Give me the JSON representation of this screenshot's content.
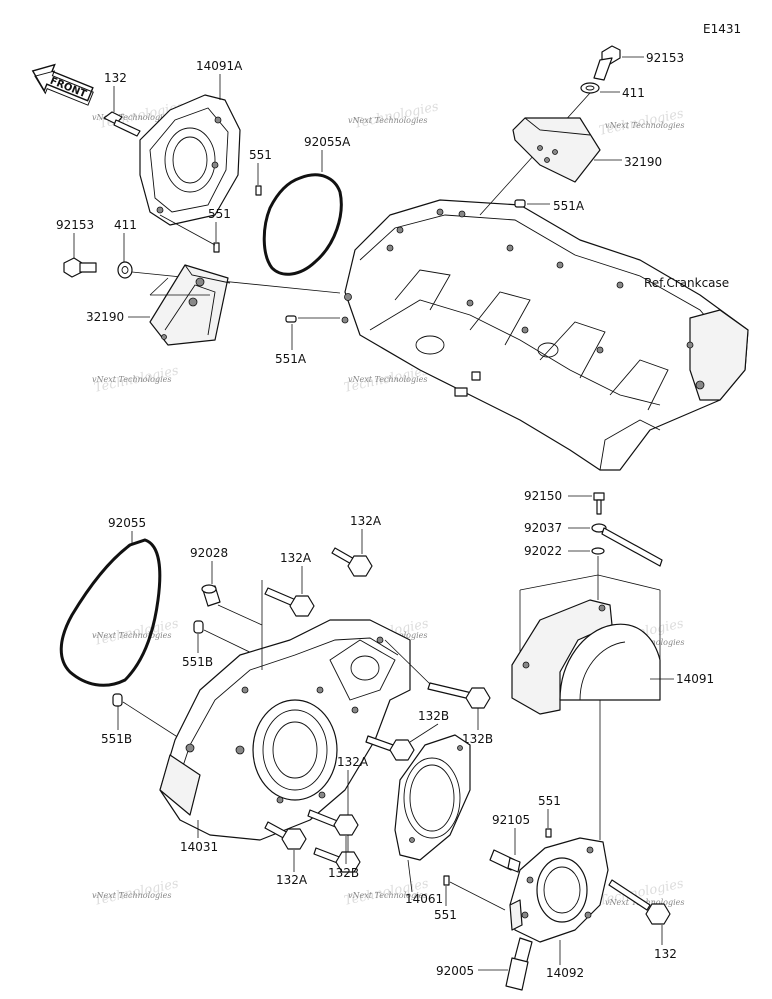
{
  "diagram_code": "E1431",
  "front_label": "FRONT",
  "reference_label": "Ref.Crankcase",
  "watermark": "vNext Technologies",
  "parts": {
    "p132_top": "132",
    "p14091A": "14091A",
    "p551_a": "551",
    "p551_b": "551",
    "p92055A": "92055A",
    "p92153_left": "92153",
    "p411_left": "411",
    "p32190_left": "32190",
    "p551A_left": "551A",
    "p92153_right": "92153",
    "p411_right": "411",
    "p32190_right": "32190",
    "p551A_right": "551A",
    "p92150": "92150",
    "p92037": "92037",
    "p92022": "92022",
    "p14091": "14091",
    "p92055": "92055",
    "p92028": "92028",
    "p132A_1": "132A",
    "p132A_2": "132A",
    "p551B_1": "551B",
    "p551B_2": "551B",
    "p132B_1": "132B",
    "p132B_2": "132B",
    "p132A_3": "132A",
    "p132B_3": "132B",
    "p132A_4": "132A",
    "p14031": "14031",
    "p14061": "14061",
    "p551_c": "551",
    "p551_d": "551",
    "p92105": "92105",
    "p92005": "92005",
    "p14092": "14092",
    "p132_bottom": "132"
  }
}
